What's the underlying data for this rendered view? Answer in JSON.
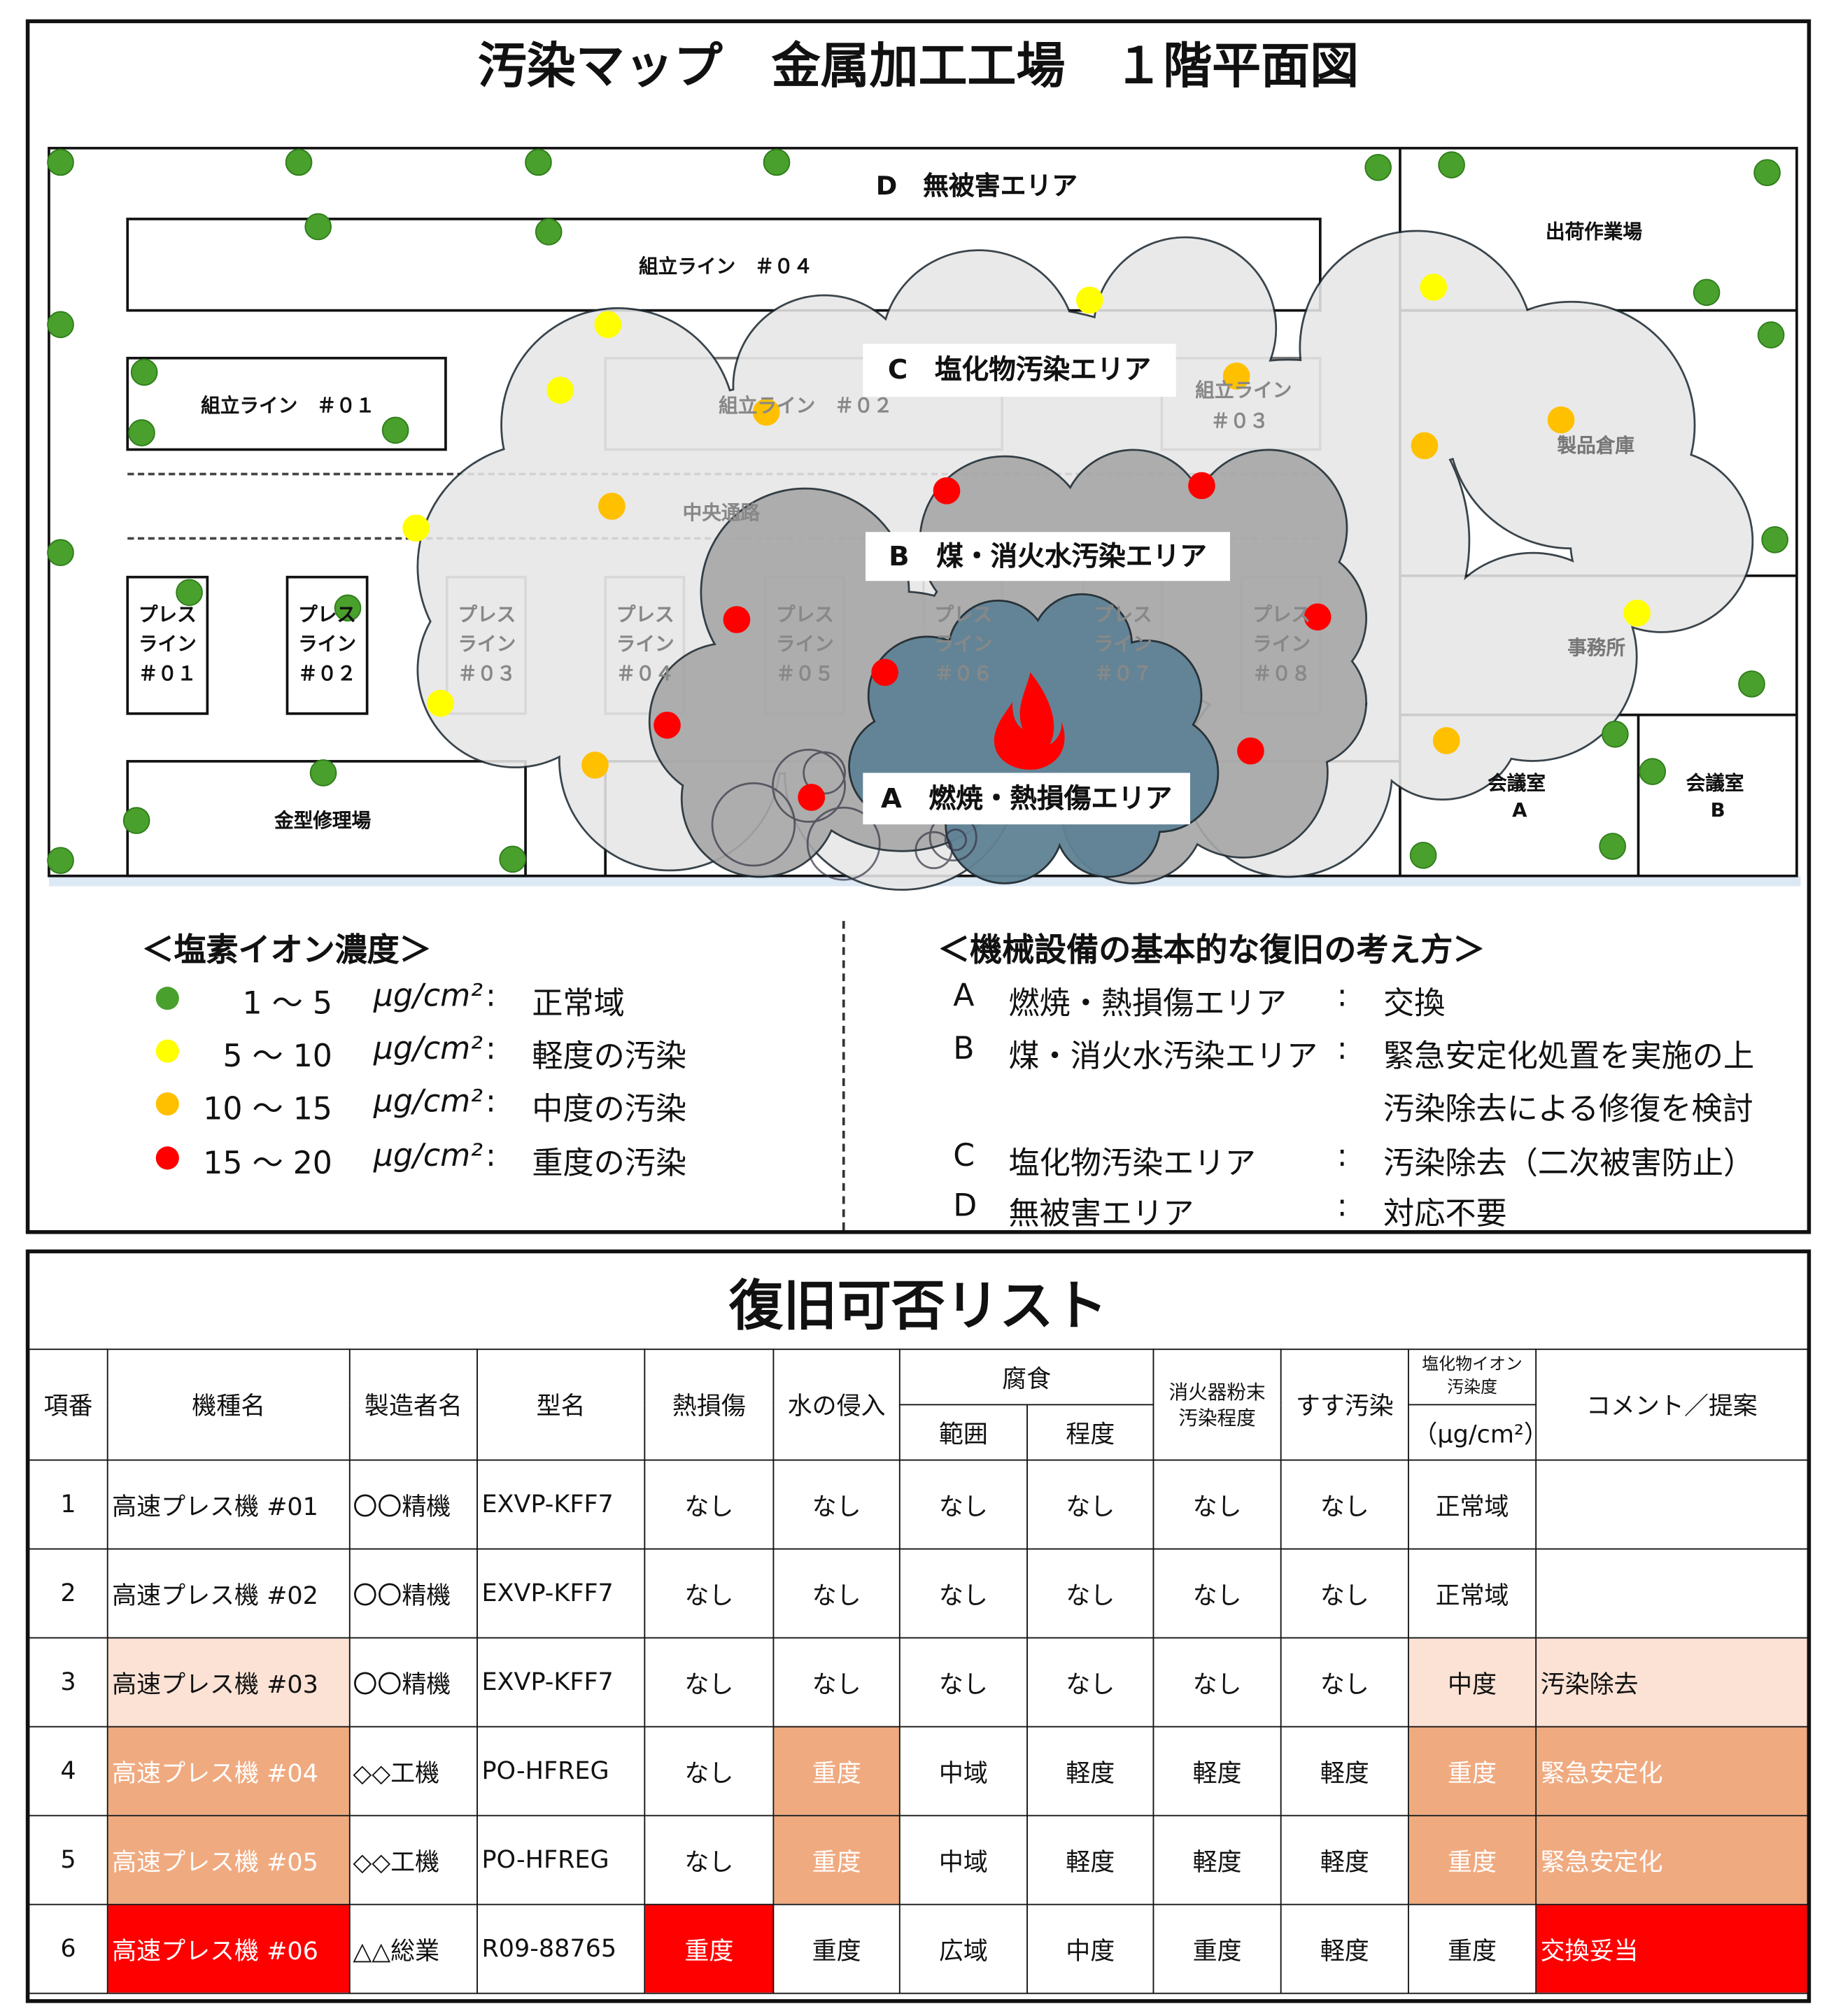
{
  "map": {
    "title": "汚染マップ　金属加工工場　１階平面図",
    "area_labels": {
      "d": "D　無被害エリア",
      "c": "C　塩化物汚染エリア",
      "b": "B　煤・消火水汚染エリア",
      "a": "A　燃焼・熱損傷エリア"
    },
    "rooms": {
      "line04": "組立ライン　＃０４",
      "line01": "組立ライン　＃０１",
      "line02": "組立ライン　＃０２",
      "line03a": "組立ライン",
      "line03b": "＃０３",
      "corridor": "中央通路",
      "mold": "金型修理場",
      "shipping": "出荷作業場",
      "warehouse": "製品倉庫",
      "office": "事務所",
      "meeting_a1": "会議室",
      "meeting_a2": "A",
      "meeting_b1": "会議室",
      "meeting_b2": "B"
    },
    "press_lines": [
      {
        "l1": "プレス",
        "l2": "ライン",
        "l3": "＃０１"
      },
      {
        "l1": "プレス",
        "l2": "ライン",
        "l3": "＃０２"
      },
      {
        "l1": "プレス",
        "l2": "ライン",
        "l3": "＃０３"
      },
      {
        "l1": "プレス",
        "l2": "ライン",
        "l3": "＃０４"
      },
      {
        "l1": "プレス",
        "l2": "ライン",
        "l3": "＃０５"
      },
      {
        "l1": "プレス",
        "l2": "ライン",
        "l3": "＃０６"
      },
      {
        "l1": "プレス",
        "l2": "ライン",
        "l3": "＃０７"
      },
      {
        "l1": "プレス",
        "l2": "ライン",
        "l3": "＃０８"
      }
    ],
    "colors": {
      "green": "#4aa02c",
      "yellow": "#ffff00",
      "orange": "#ffc000",
      "red": "#ff0000",
      "cloud_c": "#e6e6e6",
      "cloud_b": "#a6a6a6",
      "cloud_a": "#5f8294",
      "fire": "#ff0000"
    },
    "fire_icon": "fire-icon"
  },
  "legend": {
    "title": "＜塩素イオン濃度＞",
    "unit": "μg/cm²",
    "rows": [
      {
        "range": "1 ～ 5",
        "desc": "正常域",
        "color": "#4aa02c"
      },
      {
        "range": "5 ～ 10",
        "desc": "軽度の汚染",
        "color": "#ffff00"
      },
      {
        "range": "10 ～ 15",
        "desc": "中度の汚染",
        "color": "#ffc000"
      },
      {
        "range": "15 ～ 20",
        "desc": "重度の汚染",
        "color": "#ff0000"
      }
    ]
  },
  "policy": {
    "title": "＜機械設備の基本的な復旧の考え方＞",
    "rows": [
      {
        "letter": "A",
        "name": "燃焼・熱損傷エリア",
        "action": "交換"
      },
      {
        "letter": "B",
        "name": "煤・消火水汚染エリア",
        "action": "緊急安定化処置を実施の上",
        "action2": "汚染除去による修復を検討"
      },
      {
        "letter": "C",
        "name": "塩化物汚染エリア",
        "action": "汚染除去（二次被害防止）"
      },
      {
        "letter": "D",
        "name": "無被害エリア",
        "action": "対応不要"
      }
    ]
  },
  "list": {
    "title": "復旧可否リスト",
    "headers": {
      "no": "項番",
      "model": "機種名",
      "maker": "製造者名",
      "type": "型名",
      "heat": "熱損傷",
      "water": "水の侵入",
      "corrosion": "腐食",
      "range": "範囲",
      "degree": "程度",
      "powder1": "消火器粉末",
      "powder2": "汚染程度",
      "soot": "すす汚染",
      "chloride1": "塩化物イオン",
      "chloride2": "汚染度",
      "chloride_unit": "（μg/cm²）",
      "comment": "コメント／提案"
    },
    "rows": [
      {
        "no": "1",
        "model": "高速プレス機 #01",
        "maker": "〇〇精機",
        "type": "EXVP-KFF7",
        "heat": "なし",
        "water": "なし",
        "range": "なし",
        "degree": "なし",
        "powder": "なし",
        "soot": "なし",
        "chloride": "正常域",
        "comment": ""
      },
      {
        "no": "2",
        "model": "高速プレス機 #02",
        "maker": "〇〇精機",
        "type": "EXVP-KFF7",
        "heat": "なし",
        "water": "なし",
        "range": "なし",
        "degree": "なし",
        "powder": "なし",
        "soot": "なし",
        "chloride": "正常域",
        "comment": ""
      },
      {
        "no": "3",
        "model": "高速プレス機 #03",
        "maker": "〇〇精機",
        "type": "EXVP-KFF7",
        "heat": "なし",
        "water": "なし",
        "range": "なし",
        "degree": "なし",
        "powder": "なし",
        "soot": "なし",
        "chloride": "中度",
        "comment": "汚染除去"
      },
      {
        "no": "4",
        "model": "高速プレス機 #04",
        "maker": "◇◇工機",
        "type": "PO-HFREG",
        "heat": "なし",
        "water": "重度",
        "range": "中域",
        "degree": "軽度",
        "powder": "軽度",
        "soot": "軽度",
        "chloride": "重度",
        "comment": "緊急安定化"
      },
      {
        "no": "5",
        "model": "高速プレス機 #05",
        "maker": "◇◇工機",
        "type": "PO-HFREG",
        "heat": "なし",
        "water": "重度",
        "range": "中域",
        "degree": "軽度",
        "powder": "軽度",
        "soot": "軽度",
        "chloride": "重度",
        "comment": "緊急安定化"
      },
      {
        "no": "6",
        "model": "高速プレス機 #06",
        "maker": "△△総業",
        "type": "R09-88765",
        "heat": "重度",
        "water": "重度",
        "range": "広域",
        "degree": "中度",
        "powder": "重度",
        "soot": "軽度",
        "chloride": "重度",
        "comment": "交換妥当"
      }
    ]
  }
}
